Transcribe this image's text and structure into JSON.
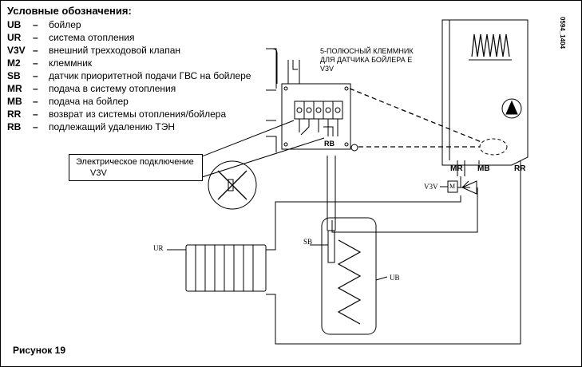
{
  "legend": {
    "title": "Условные обозначения:",
    "items": [
      {
        "code": "UB",
        "dash": "–",
        "desc": "бойлер"
      },
      {
        "code": "UR",
        "dash": "–",
        "desc": "система отопления"
      },
      {
        "code": "V3V",
        "dash": "–",
        "desc": "внешний трехходовой клапан"
      },
      {
        "code": "M2",
        "dash": "–",
        "desc": "клеммник"
      },
      {
        "code": "SB",
        "dash": "–",
        "desc": "датчик приоритетной подачи ГВС на бойлере"
      },
      {
        "code": "MR",
        "dash": "–",
        "desc": "подача в систему отопления"
      },
      {
        "code": "MB",
        "dash": "–",
        "desc": "подача на бойлер"
      },
      {
        "code": "RR",
        "dash": "–",
        "desc": "возврат из системы отопления/бойлера"
      },
      {
        "code": "RB",
        "dash": "–",
        "desc": "подлежащий удалению ТЭН"
      }
    ]
  },
  "terminal_note": {
    "line1": "5-ПОЛЮСНЫЙ КЛЕММНИК",
    "line2": "ДЛЯ ДАТЧИКА БОЙЛЕРА Е",
    "line3": "V3V"
  },
  "callout": {
    "line1": "Электрическое подключение",
    "line2": "V3V"
  },
  "labels": {
    "rb": "RB",
    "mr": "MR",
    "mb": "MB",
    "rr": "RR",
    "v3v": "V3V",
    "m": "M",
    "ur": "UR",
    "sb": "SB",
    "ub": "UB"
  },
  "figure_caption": "Рисунок 19",
  "drawing_code": "0594_1404"
}
